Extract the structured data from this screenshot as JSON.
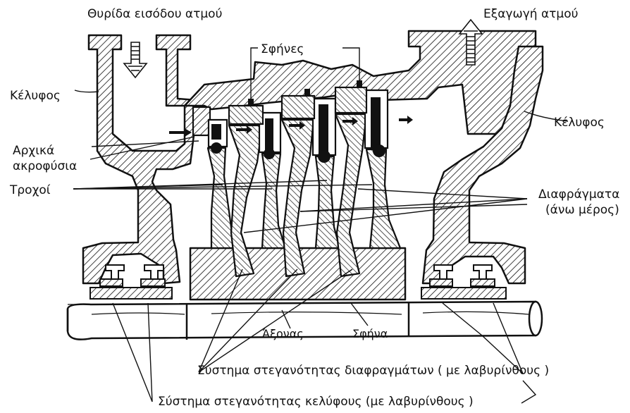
{
  "labels": {
    "steam_inlet": "Θυρίδα εισόδου ατμού",
    "steam_outlet": "Εξαγωγή ατμού",
    "casing_left": "Κέλυφος",
    "casing_right": "Κέλυφος",
    "wedges_top": "Σφήνες",
    "initial_nozzles_line1": "Αρχικά",
    "initial_nozzles_line2": "ακροφύσια",
    "wheels": "Τροχοί",
    "diaphragms_line1": "Διαφράγματα",
    "diaphragms_line2": "(άνω μέρος)",
    "shaft": "Άξονας",
    "wedge": "Σφήνα",
    "diaphragm_seal": "Σύστημα στεγανότητας διαφραγμάτων ( με λαβυρίνθους )",
    "casing_seal": "Σύστημα  στεγανότητας κελύφους (με λαβυρίνθους )"
  },
  "colors": {
    "ink": "#111111",
    "paper": "#ffffff"
  }
}
